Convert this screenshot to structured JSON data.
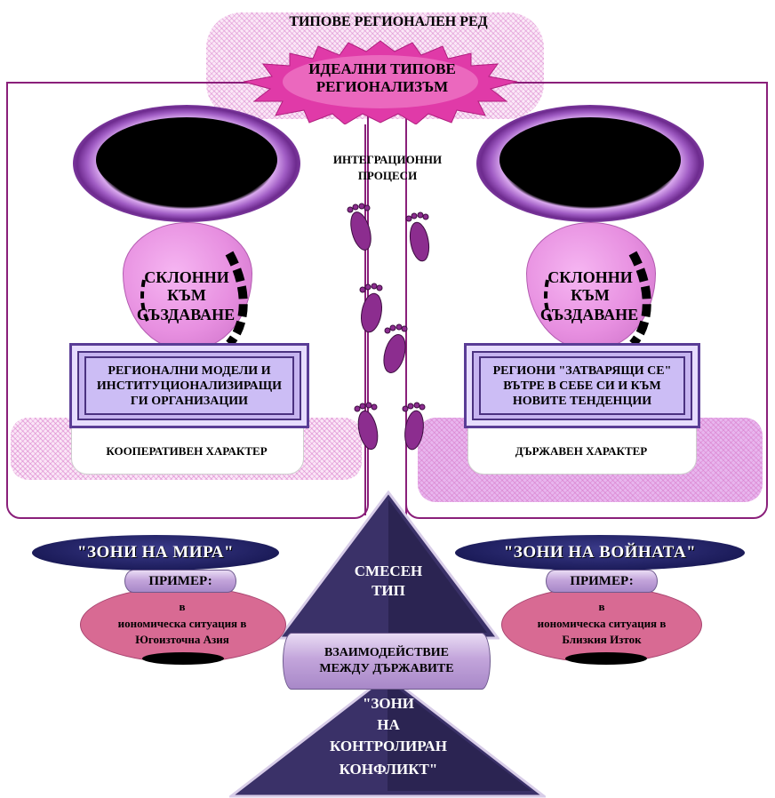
{
  "header": {
    "title": "ТИПОВЕ РЕГИОНАЛЕН РЕД",
    "burst_line1": "ИДЕАЛНИ ТИПОВЕ",
    "burst_line2": "РЕГИОНАЛИЗЪМ"
  },
  "center": {
    "integration_line1": "ИНТЕГРАЦИОННИ",
    "integration_line2": "ПРОЦЕСИ"
  },
  "left": {
    "drop_line1": "СКЛОННИ",
    "drop_line2": "КЪМ",
    "drop_line3": "СЪЗДАВАНЕ",
    "box_line1": "РЕГИОНАЛНИ МОДЕЛИ И",
    "box_line2": "ИНСТИТУЦИОНАЛИЗИРАЩИ",
    "box_line3": "ГИ ОРГАНИЗАЦИИ",
    "character": "КООПЕРАТИВЕН ХАРАКТЕР",
    "zone": "\"ЗОНИ НА МИРА\"",
    "example_label": "ПРИМЕР:",
    "example_line1": "в",
    "example_line2": "иономическа ситуация в",
    "example_line3": "Югоизточна Азия"
  },
  "right": {
    "drop_line1": "СКЛОННИ",
    "drop_line2": "КЪМ",
    "drop_line3": "СЪЗДАВАНЕ",
    "box_line1": "РЕГИОНИ \"ЗАТВАРЯЩИ СЕ\"",
    "box_line2": "ВЪТРЕ В СЕБЕ СИ И КЪМ",
    "box_line3": "НОВИТЕ ТЕНДЕНЦИИ",
    "character": "ДЪРЖАВЕН ХАРАКТЕР",
    "zone": "\"ЗОНИ НА ВОЙНАТА\"",
    "example_label": "ПРИМЕР:",
    "example_line1": "в",
    "example_line2": "иономическа ситуация в",
    "example_line3": "Близкия Изток"
  },
  "middle": {
    "mixed_line1": "СМЕСЕН",
    "mixed_line2": "ТИП",
    "interaction_line1": "ВЗАИМОДЕЙСТВИЕ",
    "interaction_line2": "МЕЖДУ ДЪРЖАВИТЕ",
    "control_line1": "\"ЗОНИ",
    "control_line2": "НА",
    "control_line3": "КОНТРОЛИРАН",
    "control_line4": "КОНФЛИКТ\""
  },
  "colors": {
    "frame": "#8a1f7a",
    "burst": "#e03aa8",
    "navy": "#1c1c5a",
    "pyramid": "#3a3168",
    "pink_oval": "#d86a93",
    "footprint": "#8c2d8f"
  }
}
